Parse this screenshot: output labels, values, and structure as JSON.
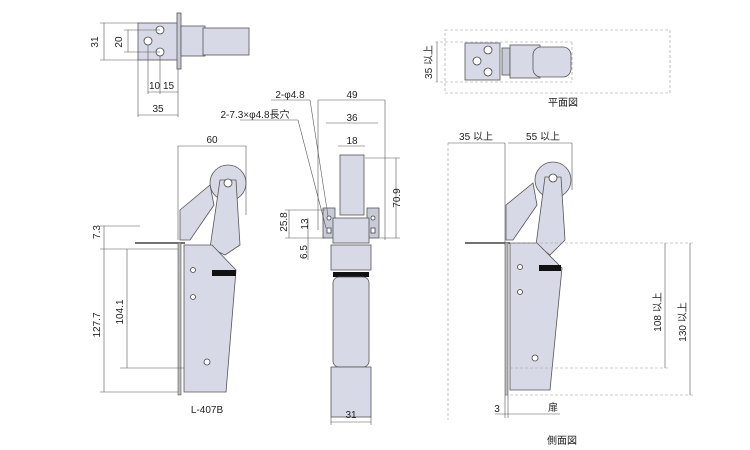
{
  "top_left_view": {
    "dim_31": "31",
    "dim_20": "20",
    "dim_10": "10",
    "dim_15": "15",
    "dim_35": "35"
  },
  "side_view_left": {
    "dim_60": "60",
    "dim_7_3": "7.3",
    "dim_127_7": "127.7",
    "dim_104_1": "104.1",
    "model": "L-407B"
  },
  "front_view": {
    "hole_note": "2-φ4.8",
    "slot_note": "2-7.3×φ4.8長穴",
    "dim_49": "49",
    "dim_36": "36",
    "dim_18": "18",
    "dim_70_9": "70.9",
    "dim_25_8": "25.8",
    "dim_13": "13",
    "dim_6_5": "6.5",
    "dim_31": "31"
  },
  "plan_view": {
    "dim_35_min": "35 以上",
    "caption": "平面図"
  },
  "side_view_right": {
    "dim_35_min": "35 以上",
    "dim_55_min": "55 以上",
    "dim_108_min": "108 以上",
    "dim_130_min": "130 以上",
    "dim_3": "3",
    "door_label": "扉",
    "caption": "側面図"
  }
}
